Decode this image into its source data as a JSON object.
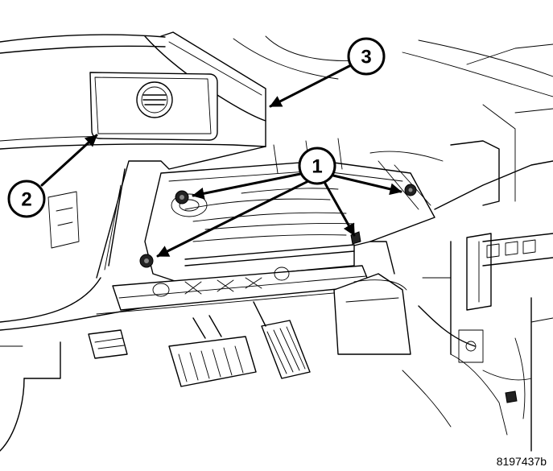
{
  "callouts": [
    {
      "id": "1",
      "label": "1"
    },
    {
      "id": "2",
      "label": "2"
    },
    {
      "id": "3",
      "label": "3"
    }
  ],
  "figure_id": "8197437b"
}
